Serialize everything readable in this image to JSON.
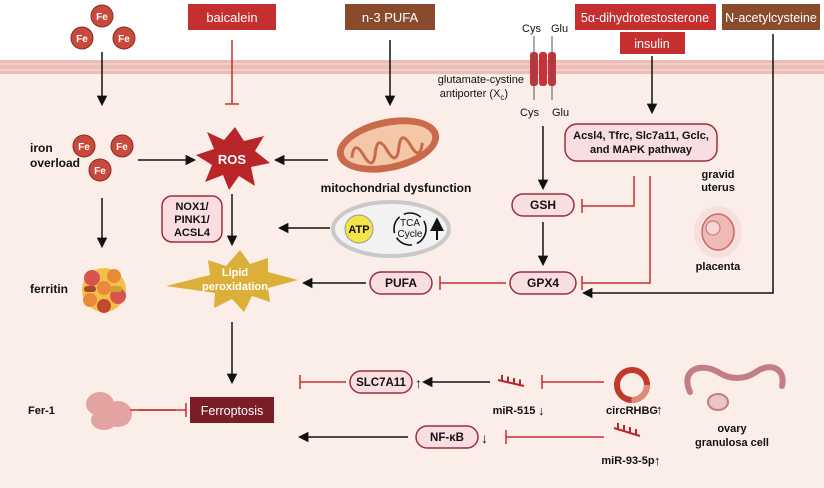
{
  "inducers": {
    "baicalein": "baicalein",
    "n3_pufa": "n-3 PUFA",
    "dht": "5α-dihydrotestosterone",
    "insulin": "insulin",
    "nac": "N-acetylcysteine"
  },
  "iron": {
    "fe_label": "Fe",
    "overload_line1": "iron",
    "overload_line2": "overload",
    "ferritin": "ferritin"
  },
  "ros": "ROS",
  "mito_dysfunction": "mitochondrial dysfunction",
  "nox_box": {
    "line1": "NOX1/",
    "line2": "PINK1/",
    "line3": "ACSL4"
  },
  "atp": "ATP",
  "tca": {
    "line1": "TCA",
    "line2": "Cycle"
  },
  "lipid_perox": {
    "line1": "Lipid",
    "line2": "peroxidation"
  },
  "antiporter": {
    "cys_out": "Cys",
    "glu_out": "Glu",
    "name_line1": "glutamate-cystine",
    "name_line2": "antiporter (X",
    "name_sub": "c",
    "name_end": ")",
    "cys_in": "Cys",
    "glu_in": "Glu"
  },
  "pathway_box": {
    "line1": "Acsl4, Tfrc, Slc7a11,  Gclc,",
    "line2": "and MAPK pathway"
  },
  "gsh": "GSH",
  "gpx4": "GPX4",
  "pufa": "PUFA",
  "uterus": {
    "gravid_line1": "gravid",
    "gravid_line2": "uterus",
    "placenta": "placenta"
  },
  "fer1": "Fer-1",
  "ferroptosis": "Ferroptosis",
  "slc7a11": "SLC7A11",
  "nfkb": "NF-κB",
  "mir515": "miR-515",
  "mir93": "miR-93-5p",
  "circrhbg": "circRHBG",
  "ovary": {
    "line1": "ovary",
    "line2": "granulosa cell"
  },
  "arrows": {
    "up": "↑",
    "down": "↓"
  },
  "colors": {
    "inhibitor_red": "#c62f2f",
    "brown_box": "#8a4a2c",
    "ros_red": "#b8262a",
    "cell_bg": "#fbeee8",
    "membrane": "#e9b9b0",
    "pill_fill": "#f8dde1",
    "pill_stroke": "#9c2f3c",
    "ferroptosis_box": "#7a1d26",
    "lipid_star": "#dcae3a",
    "atp_yellow": "#f5e447"
  }
}
